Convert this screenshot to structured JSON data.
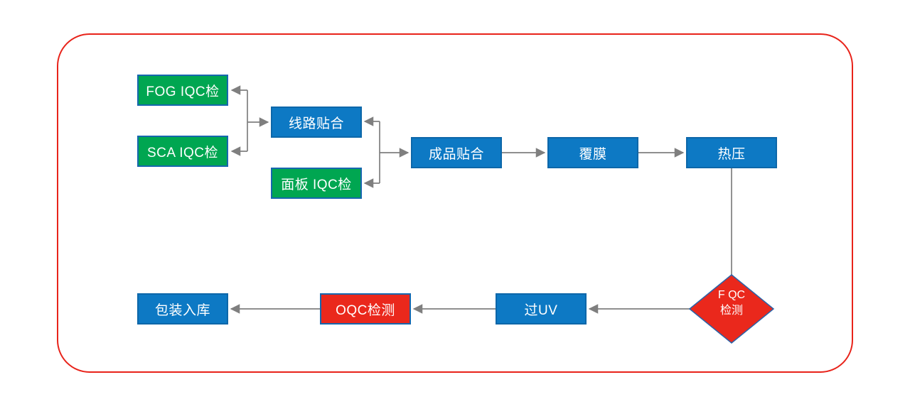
{
  "diagram": {
    "type": "flowchart",
    "background": "#ffffff",
    "frame_color": "#e8231a",
    "connector_color": "#7f7f7f",
    "colors": {
      "process_blue": "#0d79c4",
      "iqc_green": "#00a651",
      "qc_red": "#ea281c",
      "node_border_blue": "#1667ae"
    },
    "nodes": {
      "fog_iqc": {
        "label": "FOG IQC检",
        "shape": "rect",
        "color": "green"
      },
      "sca_iqc": {
        "label": "SCA IQC检",
        "shape": "rect",
        "color": "green"
      },
      "xianlu_tiehe": {
        "label": "线路贴合",
        "shape": "rect",
        "color": "blue"
      },
      "mianban_iqc": {
        "label": "面板 IQC检",
        "shape": "rect",
        "color": "green"
      },
      "chengpin_tiehe": {
        "label": "成品贴合",
        "shape": "rect",
        "color": "blue"
      },
      "fumo": {
        "label": "覆膜",
        "shape": "rect",
        "color": "blue"
      },
      "reya": {
        "label": "热压",
        "shape": "rect",
        "color": "blue"
      },
      "fqc_jiance": {
        "label": "F QC 检测",
        "line1": "F QC",
        "line2": "检测",
        "shape": "diamond",
        "color": "red"
      },
      "guo_uv": {
        "label": "过UV",
        "shape": "rect",
        "color": "blue"
      },
      "oqc_jiance": {
        "label": "OQC检测",
        "shape": "rect",
        "color": "red"
      },
      "baozhuang_ruku": {
        "label": "包装入库",
        "shape": "rect",
        "color": "blue"
      }
    },
    "edges": [
      {
        "from": "junction-left",
        "to": "fog_iqc",
        "arrow": true
      },
      {
        "from": "junction-left",
        "to": "sca_iqc",
        "arrow": true
      },
      {
        "from": "junction-left",
        "to": "xianlu_tiehe",
        "arrow": true
      },
      {
        "from": "junction-right",
        "to": "xianlu_tiehe",
        "arrow": true
      },
      {
        "from": "junction-right",
        "to": "mianban_iqc",
        "arrow": true
      },
      {
        "from": "junction-right",
        "to": "chengpin_tiehe",
        "arrow": true
      },
      {
        "from": "chengpin_tiehe",
        "to": "fumo",
        "arrow": true
      },
      {
        "from": "fumo",
        "to": "reya",
        "arrow": true
      },
      {
        "from": "reya",
        "to": "fqc_jiance",
        "arrow": false
      },
      {
        "from": "fqc_jiance",
        "to": "guo_uv",
        "arrow": true
      },
      {
        "from": "guo_uv",
        "to": "oqc_jiance",
        "arrow": true
      },
      {
        "from": "oqc_jiance",
        "to": "baozhuang_ruku",
        "arrow": true
      }
    ]
  }
}
